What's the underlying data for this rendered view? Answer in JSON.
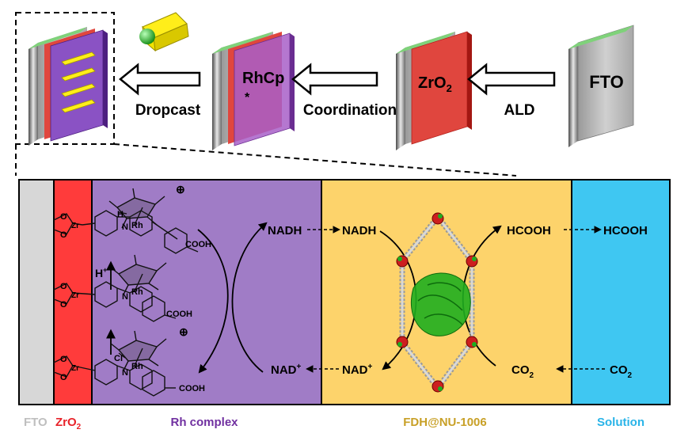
{
  "top": {
    "steps": [
      {
        "label": "FTO",
        "arrow_label": "ALD"
      },
      {
        "label_main": "ZrO",
        "label_sub": "2",
        "arrow_label": "Coordination"
      },
      {
        "label_main": "RhCp",
        "label_note": "*",
        "arrow_label": "Dropcast"
      }
    ]
  },
  "panel": {
    "layers": {
      "fto": {
        "label": "FTO",
        "color": "#d7d7d7"
      },
      "zro2": {
        "label_main": "ZrO",
        "label_sub": "2",
        "color": "#ff3b3b"
      },
      "rh": {
        "label": "Rh complex",
        "color": "#a07cc6"
      },
      "fdh": {
        "label": "FDH@NU-1006",
        "color": "#fdd36b"
      },
      "solution": {
        "label": "Solution",
        "color": "#3fc7f2"
      }
    },
    "chem": {
      "h_plus_main": "H",
      "h_plus_sup": "+",
      "cooh": "COOH",
      "rh": "Rh",
      "n": "N",
      "zr": "Zr",
      "o": "O",
      "h": "H",
      "cl": "Cl",
      "charge": "⊕"
    },
    "species": {
      "nadh_left": "NADH",
      "nadh_right": "NADH",
      "nad_left": "NAD",
      "nad_left_sup": "+",
      "nad_right": "NAD",
      "nad_right_sup": "+",
      "hcooh_left": "HCOOH",
      "hcooh_right": "HCOOH",
      "co2_left_main": "CO",
      "co2_left_sub": "2",
      "co2_right_main": "CO",
      "co2_right_sub": "2"
    }
  },
  "colors": {
    "fto_text": "#bfbfbf",
    "zro2_text": "#e8232a",
    "rh_text": "#7030a0",
    "fdh_text": "#c8a027",
    "solution_text": "#2ab4e8",
    "protein": "#19a319",
    "mof_node": "#cc1f1f"
  }
}
